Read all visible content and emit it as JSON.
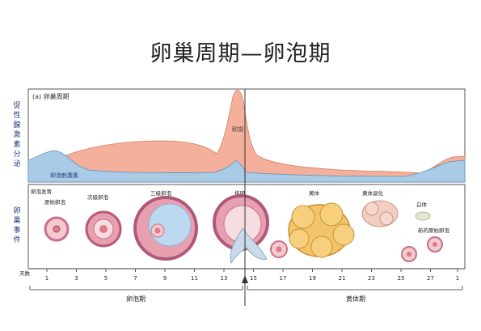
{
  "title": "卵巢周期—卵泡期",
  "y_labels": {
    "hormone": "促性腺激素分泌",
    "ovary": "卵巢事件"
  },
  "panel_label": "(a) 卵巢周期",
  "curve_labels": {
    "lh": "黄体生成素",
    "fsh": "卵泡刺激素"
  },
  "colors": {
    "lh_fill": "#f4b09a",
    "fsh_fill": "#a9cbe6",
    "axis_blue": "#1f3a7a",
    "corpus_luteum": "#f3c46a",
    "follicle_pink": "#e8a0b0"
  },
  "stages": [
    {
      "label": "卵泡发育"
    },
    {
      "label": "原始卵泡"
    },
    {
      "label": "次级卵泡"
    },
    {
      "label": "三级卵泡"
    },
    {
      "label": "排卵"
    },
    {
      "label": "黄体"
    },
    {
      "label": "黄体退化"
    },
    {
      "label": "白体"
    },
    {
      "label": "新的原始卵泡"
    }
  ],
  "axis": {
    "unit": "天数",
    "ticks": [
      "1",
      "3",
      "5",
      "7",
      "9",
      "11",
      "13",
      "15",
      "17",
      "19",
      "21",
      "23",
      "25",
      "27",
      "1"
    ],
    "phases": [
      "卵泡期",
      "黄体期"
    ]
  }
}
